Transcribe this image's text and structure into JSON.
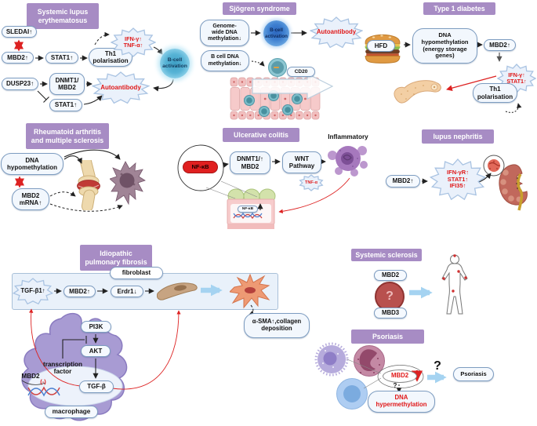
{
  "colors": {
    "header_purple": "#a78cc4",
    "red_text": "#e01818",
    "node_border": "#7d9cc0",
    "node_bg": "#f4f8fd",
    "star_bg": "#eaf1fb",
    "star_border": "#a9c3e2",
    "blue_arrow": "#a5d3f1"
  },
  "sle": {
    "title": "Systemic lupus\nerythematosus",
    "sledai": "SLEDAI↑",
    "mbd2": "MBD2↑",
    "stat1": "STAT1↑",
    "th1": "Th1\npolarisation",
    "cytokines": "IFN-γ↑\nTNF-α↑",
    "bcell": "B-cell\nactivation",
    "dusp23": "DUSP23↑",
    "dnmt1_mbd2": "DNMT1/\nMBD2",
    "stat1b": "STAT1↑",
    "autoantibody": "Autoantibody"
  },
  "sjogren": {
    "title": "Sjögren syndrome",
    "genome": "Genome-\nwide DNA\nmethylation↓",
    "bcell": "B-cell\nactivation",
    "autoantibody": "Autoantibody",
    "bcell_dna": "B cell DNA\nmethylation↓",
    "cd20": "CD20"
  },
  "t1d": {
    "title": "Type 1 diabetes",
    "hfd": "HFD",
    "dna": "DNA\nhypomethylation\n(energy storage\ngenes)",
    "mbd2": "MBD2↑",
    "cytokines": "IFN-γ↑\nSTAT1↑",
    "th1": "Th1\npolarisation"
  },
  "rams": {
    "title": "Rheumatoid arthritis\nand multiple sclerosis",
    "dna": "DNA\nhypomethylation",
    "mbd2": "MBD2\nmRNA↑"
  },
  "uc": {
    "title": "Ulcerative colitis",
    "nfkb": "NF-κB",
    "dnmt1": "DNMT1/↑\nMBD2",
    "wnt": "WNT\nPathway",
    "inflammatory": "Inflammatory",
    "tnfa": "TNF-α",
    "nfkb_small": "NF-κB"
  },
  "ln": {
    "title": "lupus nephritis",
    "mbd2": "MBD2↑",
    "cytokines": "IFN-γR↑\nSTAT1↑\nIFI35↑"
  },
  "ipf": {
    "title": "Idiopathic\npulmonary fibrosis",
    "fibroblast": "fibroblast",
    "tgfb1": "TGF-β1↑",
    "mbd2": "MBD2↑",
    "erdr1": "Erdr1↓",
    "asma": "α-SMA↑,collagen\ndeposition",
    "pi3k": "PI3K",
    "akt": "AKT",
    "tf": "transcription\nfactor",
    "tgfb": "TGF-β",
    "mbd2_gene": "MBD2",
    "minus": "(-)",
    "macrophage": "macrophage"
  },
  "ssc": {
    "title": "Systemic sclerosis",
    "mbd2": "MBD2",
    "question": "?",
    "mbd3": "MBD3"
  },
  "pso": {
    "title": "Psoriasis",
    "mbd2": "MBD2",
    "q_small": "?",
    "dna": "DNA\nhypermethylation",
    "q_big": "?",
    "psoriasis": "Psoriasis"
  }
}
